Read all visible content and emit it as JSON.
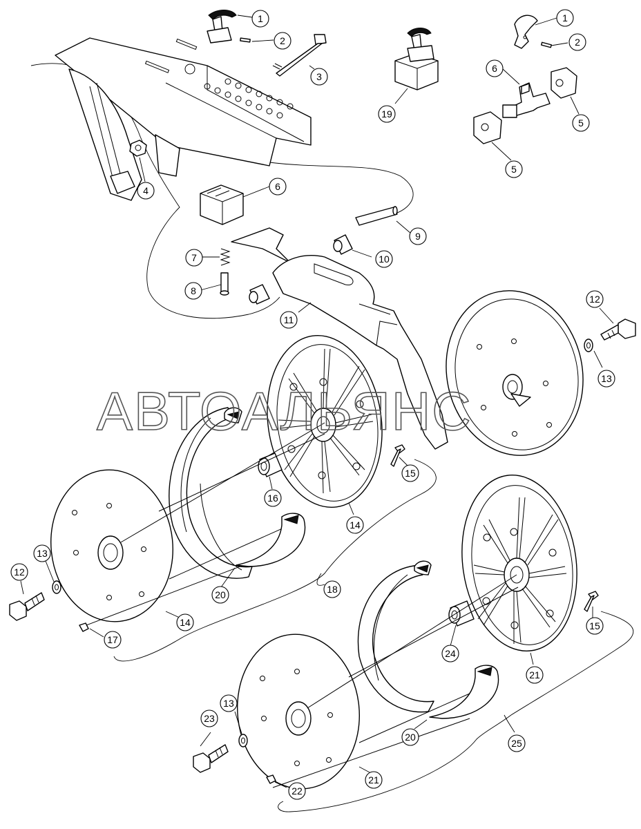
{
  "watermark": "АВТОАЛЬЯНС",
  "callouts": [
    {
      "id": "c1a",
      "label": "1"
    },
    {
      "id": "c2a",
      "label": "2"
    },
    {
      "id": "c3",
      "label": "3"
    },
    {
      "id": "c4",
      "label": "4"
    },
    {
      "id": "c6a",
      "label": "6"
    },
    {
      "id": "c7",
      "label": "7"
    },
    {
      "id": "c8",
      "label": "8"
    },
    {
      "id": "c9",
      "label": "9"
    },
    {
      "id": "c10",
      "label": "10"
    },
    {
      "id": "c11",
      "label": "11"
    },
    {
      "id": "c19",
      "label": "19"
    },
    {
      "id": "c1b",
      "label": "1"
    },
    {
      "id": "c2b",
      "label": "2"
    },
    {
      "id": "c6b",
      "label": "6"
    },
    {
      "id": "c5a",
      "label": "5"
    },
    {
      "id": "c5b",
      "label": "5"
    },
    {
      "id": "c12a",
      "label": "12"
    },
    {
      "id": "c13a",
      "label": "13"
    },
    {
      "id": "c15a",
      "label": "15"
    },
    {
      "id": "c16",
      "label": "16"
    },
    {
      "id": "c14a",
      "label": "14"
    },
    {
      "id": "c12b",
      "label": "12"
    },
    {
      "id": "c13b",
      "label": "13"
    },
    {
      "id": "c14b",
      "label": "14"
    },
    {
      "id": "c17",
      "label": "17"
    },
    {
      "id": "c20a",
      "label": "20"
    },
    {
      "id": "c18",
      "label": "18"
    },
    {
      "id": "c15b",
      "label": "15"
    },
    {
      "id": "c24",
      "label": "24"
    },
    {
      "id": "c21a",
      "label": "21"
    },
    {
      "id": "c23",
      "label": "23"
    },
    {
      "id": "c13c",
      "label": "13"
    },
    {
      "id": "c20b",
      "label": "20"
    },
    {
      "id": "c25",
      "label": "25"
    },
    {
      "id": "c21b",
      "label": "21"
    },
    {
      "id": "c22",
      "label": "22"
    }
  ]
}
